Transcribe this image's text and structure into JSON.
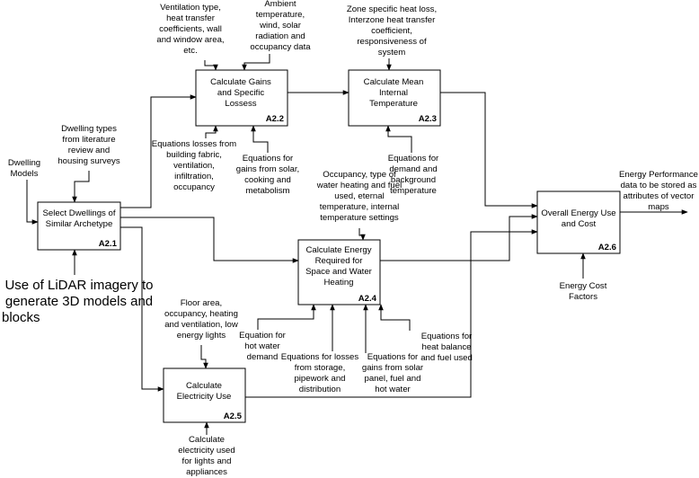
{
  "activities": {
    "a21": {
      "lines": [
        "Select Dwellings of",
        "Similar Archetype"
      ],
      "id": "A2.1"
    },
    "a22": {
      "lines": [
        "Calculate Gains",
        "and Specific",
        "Lossess"
      ],
      "id": "A2.2"
    },
    "a23": {
      "lines": [
        "Calculate Mean",
        "Internal",
        "Temperature"
      ],
      "id": "A2.3"
    },
    "a24": {
      "lines": [
        "Calculate Energy",
        "Required for",
        "Space and Water",
        "Heating"
      ],
      "id": "A2.4"
    },
    "a25": {
      "lines": [
        "Calculate",
        "Electricity Use"
      ],
      "id": "A2.5"
    },
    "a26": {
      "lines": [
        "Overall Energy Use",
        "and Cost"
      ],
      "id": "A2.6"
    }
  },
  "labels": {
    "ventilation": [
      "Ventilation type,",
      "heat transfer",
      "coefficients, wall",
      "and window area,",
      "etc."
    ],
    "ambient": [
      "Ambient",
      "temperature,",
      "wind, solar",
      "radiation and",
      "occupancy data"
    ],
    "zone": [
      "Zone specific heat loss,",
      "Interzone heat transfer",
      "coefficient,",
      "responsiveness of",
      "system"
    ],
    "dwelling_types": [
      "Dwelling types",
      "from literature",
      "review and",
      "housing surveys"
    ],
    "dwelling_models": [
      "Dwelling",
      "Models"
    ],
    "equations_losses": [
      "Equations losses from",
      "building fabric,",
      "ventilation,",
      "infiltration,",
      "occupancy"
    ],
    "equations_gains": [
      "Equations for",
      "gains from solar,",
      "cooking and",
      "metabolism"
    ],
    "equations_demand": [
      "Equations for",
      "demand and",
      "background",
      "temperature"
    ],
    "occupancy": [
      "Occupancy, type of",
      "water heating and fuel",
      "used, eternal",
      "temperature, internal",
      "temperature settings"
    ],
    "energy_performance": [
      "Energy Performance",
      "data to be stored as",
      "attributes of vector",
      "maps"
    ],
    "lidar": [
      "Use of LiDAR imagery to",
      "generate 3D models and",
      "blocks"
    ],
    "floor_area": [
      "Floor area,",
      "occupancy, heating",
      "and ventilation, low",
      "energy lights"
    ],
    "energy_cost": [
      "Energy Cost",
      "Factors"
    ],
    "hot_water": [
      "Equation for",
      "hot water",
      "demand"
    ],
    "losses_storage": [
      "Equations for losses",
      "from storage,",
      "pipework and",
      "distribution"
    ],
    "gains_solar_panel": [
      "Equations for",
      "gains from solar",
      "panel, fuel and",
      "hot water"
    ],
    "heat_balance": [
      "Equations for",
      "heat balance",
      "and fuel used"
    ],
    "electricity": [
      "Calculate",
      "electricity used",
      "for lights and",
      "appliances"
    ]
  }
}
